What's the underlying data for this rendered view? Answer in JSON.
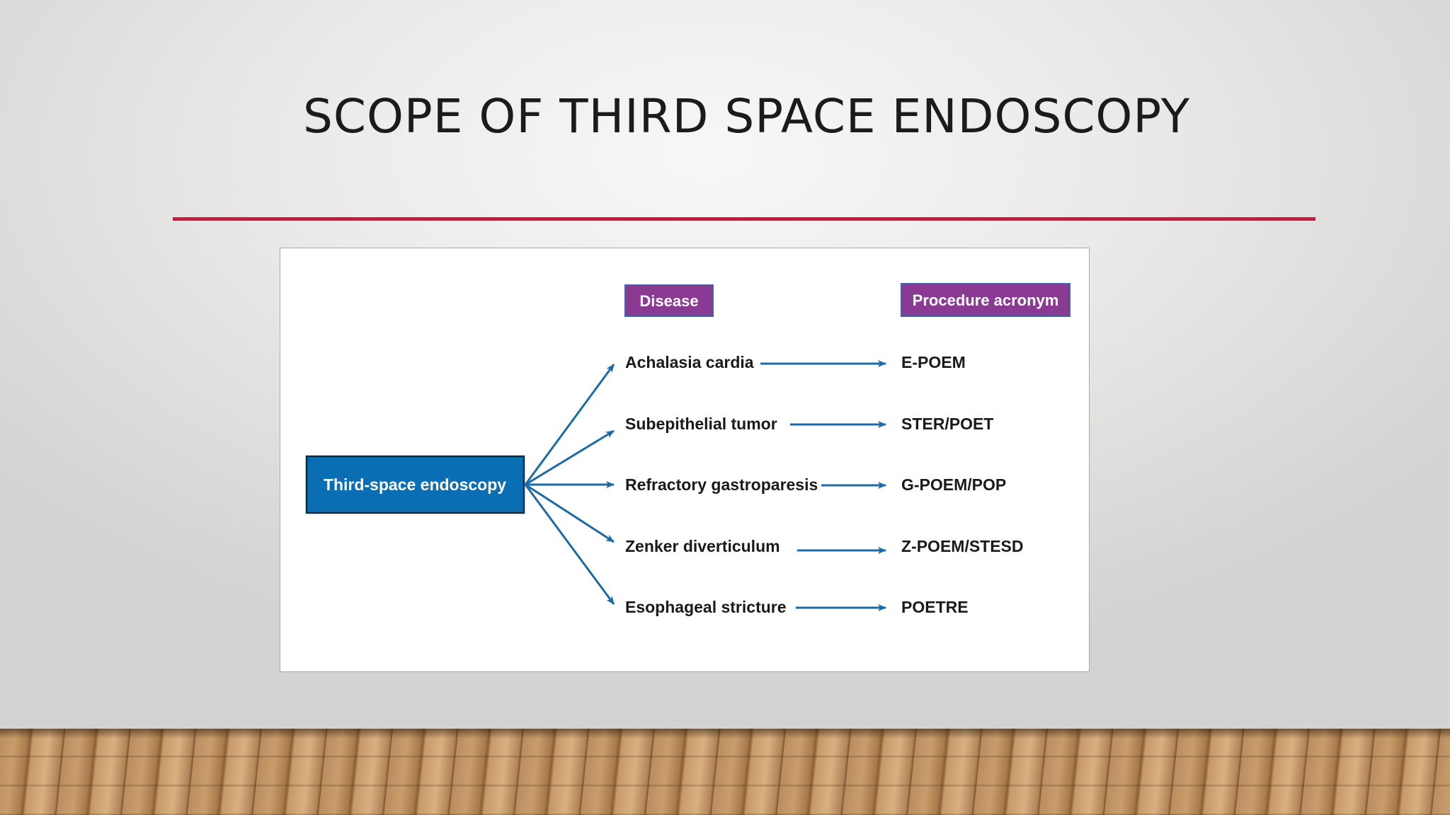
{
  "slide": {
    "title": "SCOPE OF THIRD SPACE ENDOSCOPY"
  },
  "diagram": {
    "root": {
      "label": "Third-space endoscopy"
    },
    "headers": {
      "disease": "Disease",
      "procedure": "Procedure acronym"
    },
    "rows": [
      {
        "disease": "Achalasia cardia",
        "procedure": "E-POEM"
      },
      {
        "disease": "Subepithelial tumor",
        "procedure": "STER/POET"
      },
      {
        "disease": "Refractory gastroparesis",
        "procedure": "G-POEM/POP"
      },
      {
        "disease": "Zenker diverticulum",
        "procedure": "Z-POEM/STESD"
      },
      {
        "disease": "Esophageal stricture",
        "procedure": "POETRE"
      }
    ]
  },
  "colors": {
    "title_rule": "#c8193f",
    "root_box": "#0a6eb4",
    "header_fill": "#8a3a93",
    "arrow": "#1c6aa6",
    "label_text": "#1a1a1a"
  }
}
